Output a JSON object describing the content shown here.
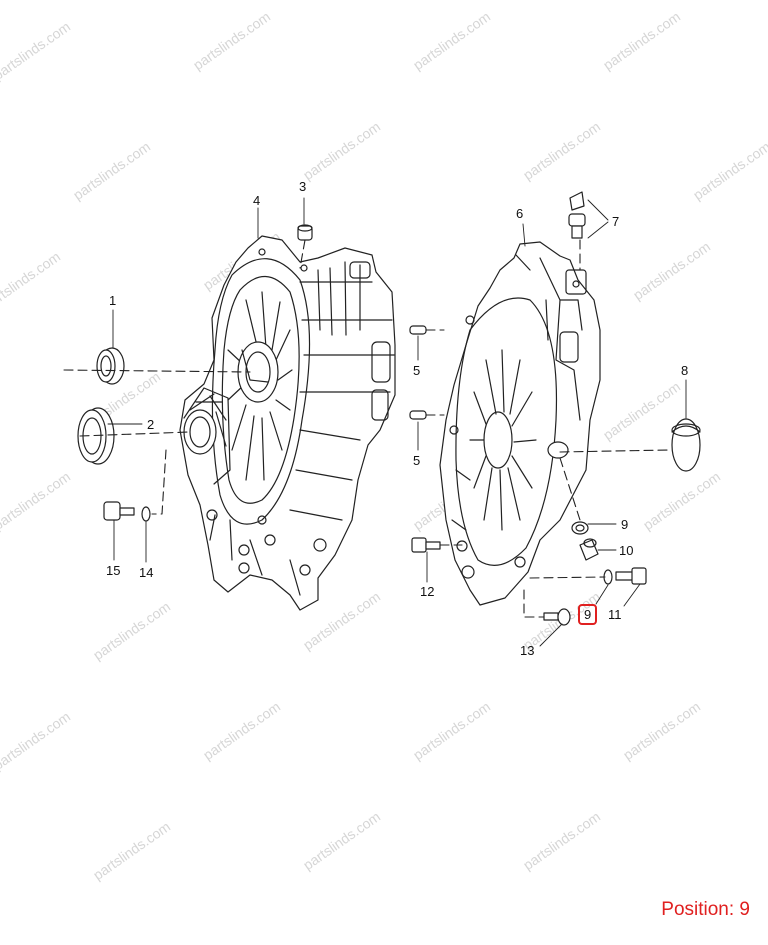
{
  "watermark": "partslinds.com",
  "callouts": [
    "1",
    "2",
    "3",
    "4",
    "5",
    "5",
    "6",
    "7",
    "8",
    "9",
    "9",
    "10",
    "11",
    "12",
    "13",
    "14",
    "15"
  ],
  "highlighted_callout": "9",
  "position_label": "Position: 9",
  "colors": {
    "highlight": "#e02020",
    "line": "#222222",
    "watermark": "#d6d6d6"
  }
}
